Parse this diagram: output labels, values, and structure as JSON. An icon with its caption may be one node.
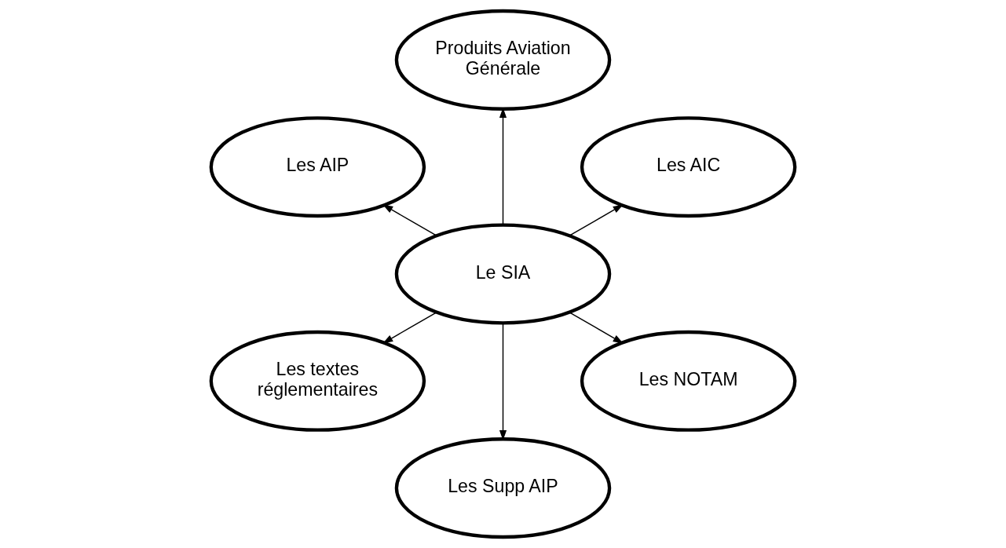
{
  "diagram": {
    "nodes": [
      {
        "text": [
          "Le SIA"
        ]
      },
      {
        "text": [
          "Les AIC"
        ]
      },
      {
        "text": [
          "Produits Aviation Générale"
        ]
      },
      {
        "text": [
          "Les AIP"
        ]
      },
      {
        "text": [
          "Les textes réglementaires"
        ]
      },
      {
        "text": [
          "Les Supp AIP"
        ]
      },
      {
        "text": [
          "Les NOTAM"
        ]
      }
    ],
    "edges": [
      {
        "from": 0,
        "to": 1,
        "arrow": "to"
      },
      {
        "from": 0,
        "to": 2,
        "arrow": "to"
      },
      {
        "from": 0,
        "to": 3,
        "arrow": "to"
      },
      {
        "from": 0,
        "to": 4,
        "arrow": "to"
      },
      {
        "from": 0,
        "to": 5,
        "arrow": "to"
      },
      {
        "from": 0,
        "to": 6,
        "arrow": "to"
      }
    ]
  }
}
